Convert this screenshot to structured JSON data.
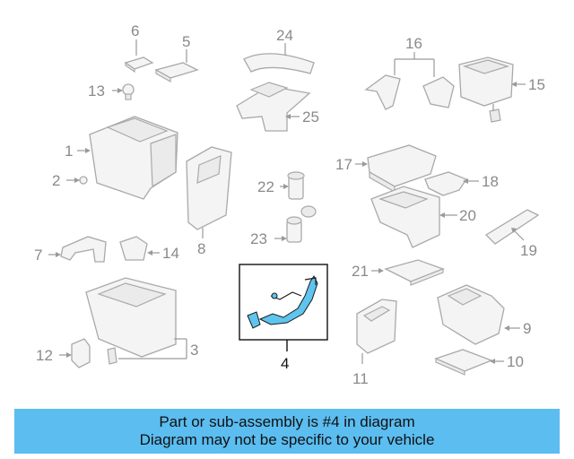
{
  "labels": {
    "p1": "1",
    "p2": "2",
    "p3": "3",
    "p4": "4",
    "p5": "5",
    "p6": "6",
    "p7": "7",
    "p8": "8",
    "p9": "9",
    "p10": "10",
    "p11": "11",
    "p12": "12",
    "p13": "13",
    "p14": "14",
    "p15": "15",
    "p16": "16",
    "p17": "17",
    "p18": "18",
    "p19": "19",
    "p20": "20",
    "p21": "21",
    "p22": "22",
    "p23": "23",
    "p24": "24",
    "p25": "25"
  },
  "highlight_color": "#5fc4ee",
  "banner": {
    "line1": "Part or sub-assembly is #4 in diagram",
    "line2": "Diagram may not be specific to your vehicle",
    "color": "#5bbdf0"
  }
}
